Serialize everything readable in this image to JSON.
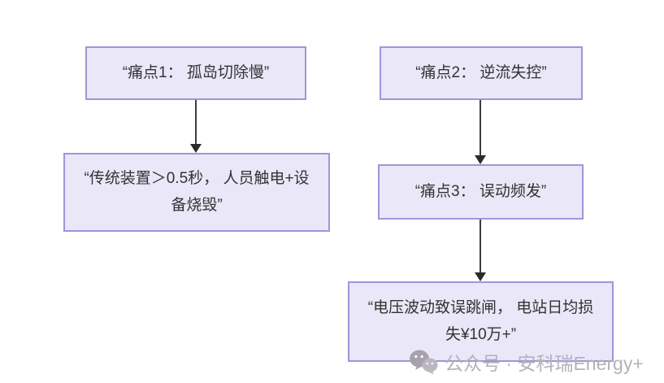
{
  "diagram": {
    "type": "flowchart",
    "columns": [
      {
        "name": "left-flow",
        "nodes": [
          "pain1",
          "pain1_detail"
        ]
      },
      {
        "name": "right-flow",
        "nodes": [
          "pain2",
          "pain3",
          "pain3_detail"
        ]
      }
    ],
    "nodes": {
      "pain1": {
        "label": "“痛点1： 孤岛切除慢”"
      },
      "pain1_detail": {
        "label": "“传统装置＞0.5秒， 人员触电+设备烧毁”"
      },
      "pain2": {
        "label": "“痛点2： 逆流失控”"
      },
      "pain3": {
        "label": "“痛点3： 误动频发”"
      },
      "pain3_detail": {
        "label": "“电压波动致误跳闸， 电站日均损失¥10万+”"
      }
    },
    "edges": [
      {
        "from": "pain1",
        "to": "pain1_detail"
      },
      {
        "from": "pain2",
        "to": "pain3"
      },
      {
        "from": "pain3",
        "to": "pain3_detail"
      }
    ],
    "colors": {
      "box_fill": "#eae7f8",
      "box_border": "#a294d9",
      "text": "#333333",
      "arrow": "#3d3d3d",
      "background": "#ffffff"
    }
  },
  "watermark": {
    "icon": "wechat-icon",
    "label": "公众号 · 安科瑞Energy+",
    "color": "#b4b1ba"
  }
}
